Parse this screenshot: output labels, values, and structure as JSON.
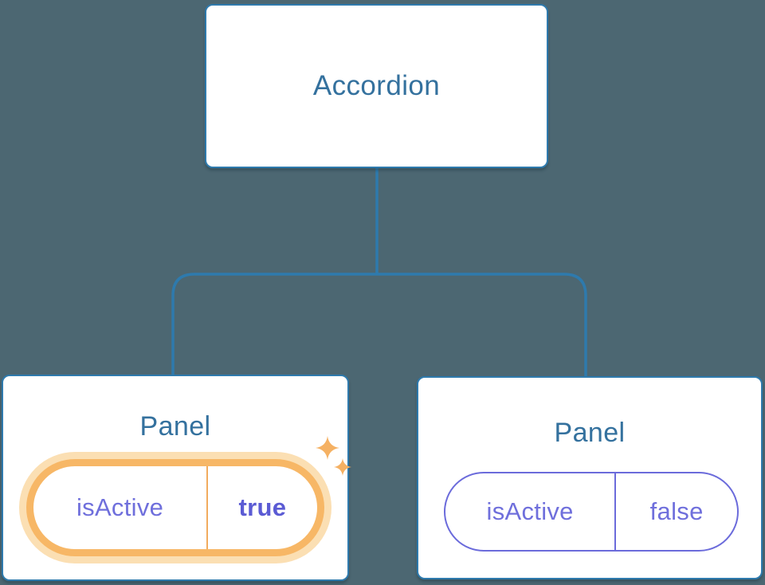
{
  "canvas": {
    "background": "#4c6772"
  },
  "colors": {
    "node_border_blue": "#2e7aad",
    "connector_blue": "#2e7aad",
    "title_blue": "#34719e",
    "state_purple": "#6f6fdc",
    "state_purple_bold": "#5b5bd4",
    "highlight_orange": "#f7b766",
    "highlight_glow": "#fbdfb3",
    "sparkle_orange": "#f5b163"
  },
  "tree": {
    "root": {
      "label": "Accordion"
    },
    "children": [
      {
        "label": "Panel",
        "state": {
          "key": "isActive",
          "value": "true"
        },
        "highlighted": true
      },
      {
        "label": "Panel",
        "state": {
          "key": "isActive",
          "value": "false"
        },
        "highlighted": false
      }
    ]
  }
}
